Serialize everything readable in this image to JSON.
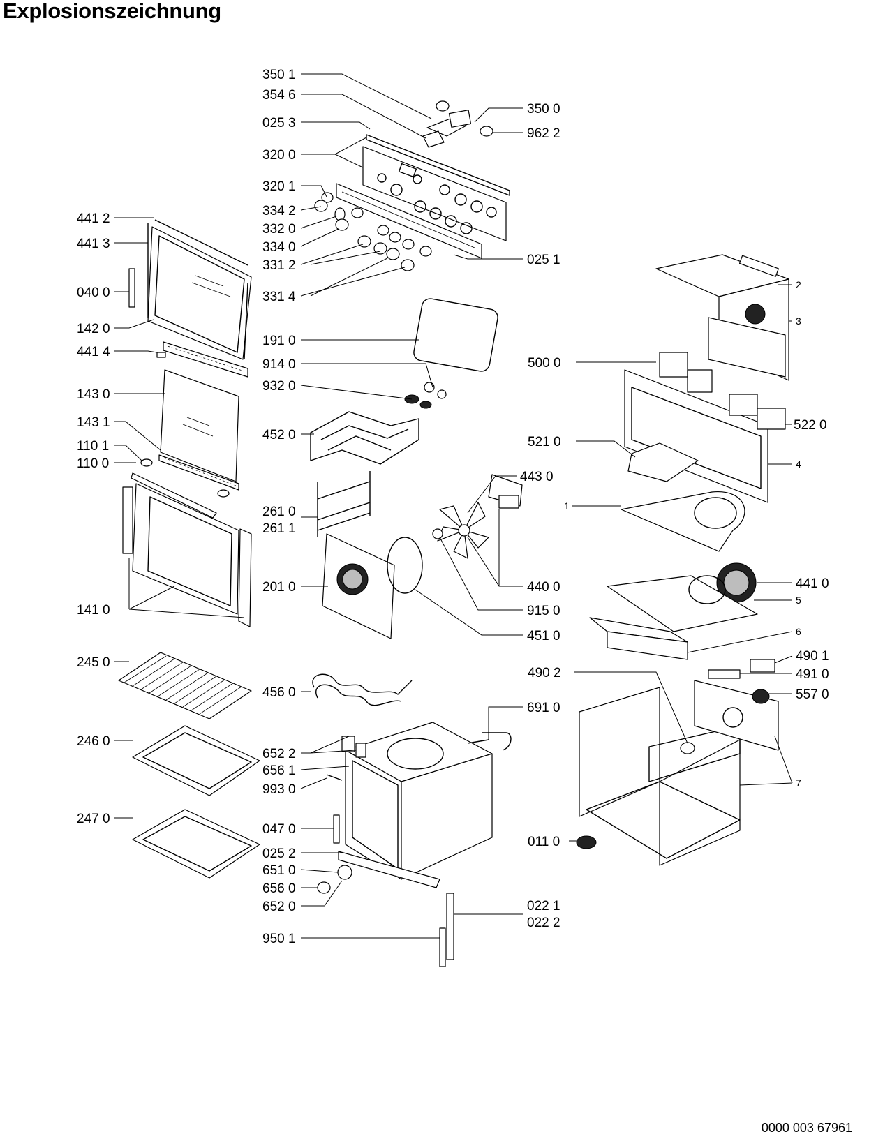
{
  "title": "Explosionszeichnung",
  "doc_number": "0000 003 67961",
  "labels": {
    "l3501": "350 1",
    "l3546": "354 6",
    "l0253": "025 3",
    "l3200": "320 0",
    "l3201": "320 1",
    "l3342": "334 2",
    "l3320": "332 0",
    "l3340": "334 0",
    "l3312": "331 2",
    "l3314": "331 4",
    "r3500": "350 0",
    "r9622": "962 2",
    "r0251": "025 1",
    "l4412": "441 2",
    "l4413": "441 3",
    "l0400": "040 0",
    "l1420": "142 0",
    "l4414": "441 4",
    "l1430": "143 0",
    "l1431": "143 1",
    "l1101": "110 1",
    "l1100": "110 0",
    "l1410": "141 0",
    "l2450": "245 0",
    "l2460": "246 0",
    "l2470": "247 0",
    "m1910": "191 0",
    "m9140": "914 0",
    "m9320": "932 0",
    "m4520": "452 0",
    "m2610": "261 0",
    "m2611": "261 1",
    "m2010": "201 0",
    "m4560": "456 0",
    "m6522": "652 2",
    "m6561": "656 1",
    "m9930": "993 0",
    "m0470": "047 0",
    "m0252": "025 2",
    "m6510": "651 0",
    "m6560": "656 0",
    "m6520": "652 0",
    "m9501": "950 1",
    "c4430": "443 0",
    "c4400": "440 0",
    "c9150": "915 0",
    "c4510": "451 0",
    "c6910": "691 0",
    "c0221": "022 1",
    "c0222": "022 2",
    "r5000": "500 0",
    "r5210": "521 0",
    "r5220": "522 0",
    "r4410": "441 0",
    "r4902": "490 2",
    "r4901": "490 1",
    "r4910": "491 0",
    "r5570": "557 0",
    "r0110": "011 0",
    "n2": "2",
    "n3": "3",
    "n4": "4",
    "n1": "1",
    "n5": "5",
    "n6": "6",
    "n7": "7"
  }
}
